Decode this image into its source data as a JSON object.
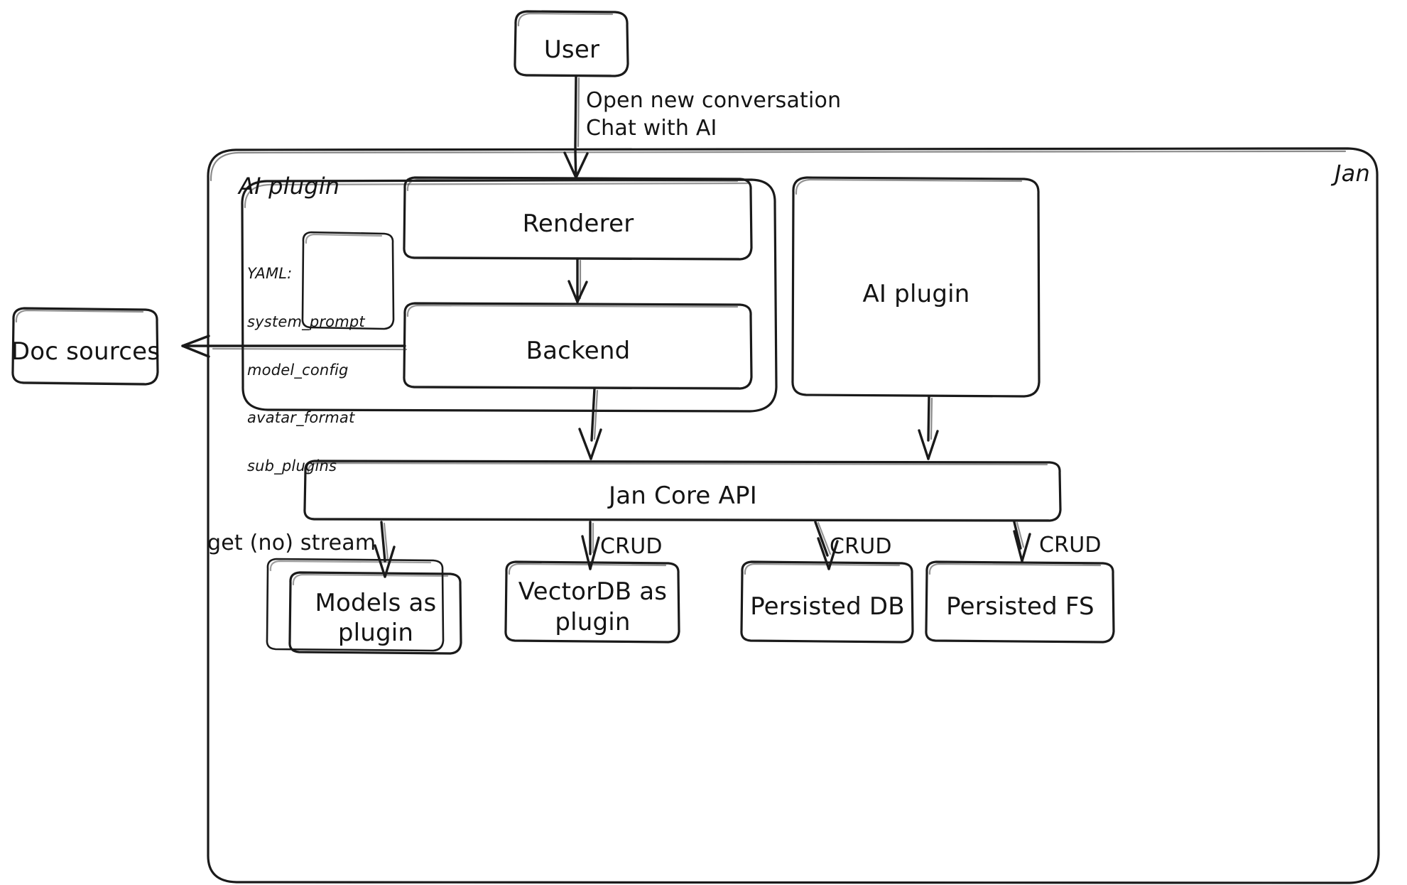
{
  "diagram": {
    "title": "Jan architecture diagram",
    "style": "hand-drawn whiteboard sketch",
    "stroke_color": "#1a1a1a",
    "background_color": "#ffffff",
    "containers": [
      {
        "id": "jan",
        "label": "Jan",
        "label_position": "top-right"
      },
      {
        "id": "ai-plugin-group",
        "label": "AI plugin",
        "label_position": "top-left"
      }
    ],
    "nodes": [
      {
        "id": "user",
        "label": "User"
      },
      {
        "id": "renderer",
        "label": "Renderer"
      },
      {
        "id": "backend",
        "label": "Backend"
      },
      {
        "id": "yaml",
        "label": "YAML:\nsystem_prompt\nmodel_config\navatar_format\nsub_plugins"
      },
      {
        "id": "doc-sources",
        "label": "Doc sources"
      },
      {
        "id": "ai-plugin",
        "label": "AI plugin"
      },
      {
        "id": "jan-core-api",
        "label": "Jan Core API"
      },
      {
        "id": "models-as-plugin",
        "label": "Models as\nplugin"
      },
      {
        "id": "vectordb-as-plugin",
        "label": "VectorDB as\nplugin"
      },
      {
        "id": "persisted-db",
        "label": "Persisted DB"
      },
      {
        "id": "persisted-fs",
        "label": "Persisted FS"
      }
    ],
    "yaml_lines": [
      "YAML:",
      "system_prompt",
      "model_config",
      "avatar_format",
      "sub_plugins"
    ],
    "edges": [
      {
        "from": "user",
        "to": "renderer",
        "label": "Open new conversation\nChat with AI"
      },
      {
        "from": "renderer",
        "to": "backend",
        "label": ""
      },
      {
        "from": "backend",
        "to": "doc-sources",
        "label": ""
      },
      {
        "from": "backend",
        "to": "jan-core-api",
        "label": ""
      },
      {
        "from": "ai-plugin",
        "to": "jan-core-api",
        "label": ""
      },
      {
        "from": "jan-core-api",
        "to": "models-as-plugin",
        "label": "get (no) stream"
      },
      {
        "from": "jan-core-api",
        "to": "vectordb-as-plugin",
        "label": "CRUD"
      },
      {
        "from": "jan-core-api",
        "to": "persisted-db",
        "label": "CRUD"
      },
      {
        "from": "jan-core-api",
        "to": "persisted-fs",
        "label": "CRUD"
      }
    ],
    "edge_labels": {
      "user_to_renderer_line1": "Open new conversation",
      "user_to_renderer_line2": "Chat with AI",
      "get_no_stream": "get (no) stream",
      "crud_1": "CRUD",
      "crud_2": "CRUD",
      "crud_3": "CRUD"
    }
  }
}
